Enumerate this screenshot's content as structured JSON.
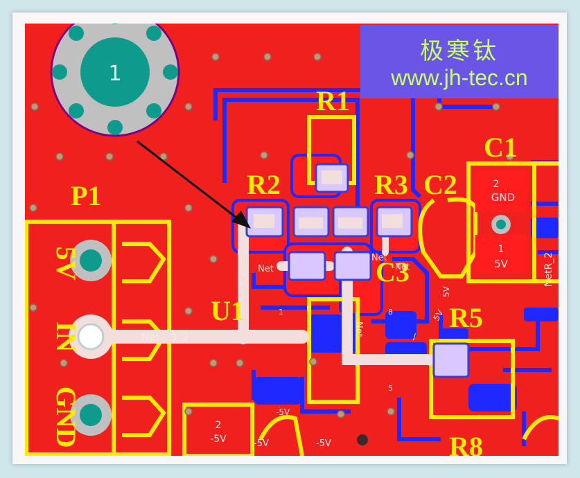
{
  "watermark": {
    "line1": "极寒钛",
    "line2": "www.jh-tec.cn"
  },
  "designators": {
    "r1": "R1",
    "r2": "R2",
    "r3": "R3",
    "c1": "C1",
    "c2": "C2",
    "c3": "C3",
    "p1": "P1",
    "u1": "U1",
    "r5": "R5",
    "r8": "R8"
  },
  "connector_labels": {
    "v5": "5V",
    "in": "IN",
    "gnd": "GND"
  },
  "pad_texts": {
    "mount_hole": "1",
    "c1_pin2": "2",
    "c1_pin2_net": "GND",
    "c1_pin1": "1",
    "c1_pin1_net": "5V",
    "c4_pin2": "2",
    "c4_pin2_net": "-5V",
    "u1_pin1": "1",
    "u1_pin8": "8",
    "u1_pin5": "5",
    "net_a": "Net",
    "net_b": "Net",
    "net_c": "Net",
    "net_input": "Net",
    "net_input_suffix": "3_2",
    "net_right": "NetR_2",
    "minus5v_a": "-5V",
    "minus5v_b": "-5V",
    "minus5v_c": "-5V",
    "v5_a": "5V",
    "v5_b": "5V",
    "slash": "/",
    "net_u1_side": "3_2",
    "net_vert": "Net"
  },
  "colors": {
    "board": "#ff1e1e",
    "top_copper": "#f0201e",
    "bottom_trace": "#1e28ff",
    "silkscreen": "#ffea00",
    "pad": "#d9c8ff",
    "via": "#c0c0c0",
    "hole": "#0e9a8c"
  }
}
